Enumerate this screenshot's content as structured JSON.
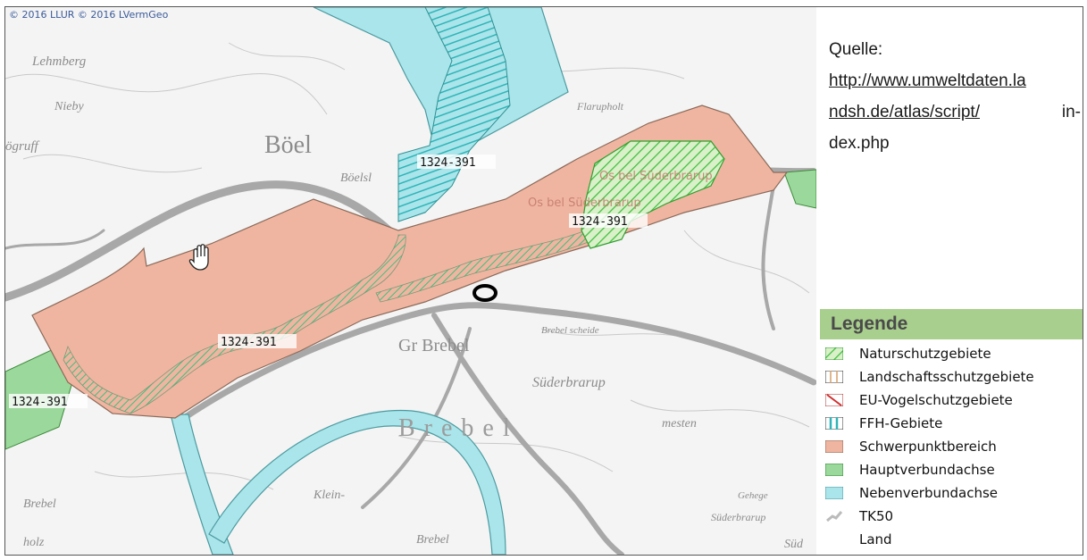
{
  "copyright": "© 2016 LLUR  © 2016 LVermGeo",
  "source": {
    "label": "Quelle:",
    "url_line1": "http://www.umweltdaten.la",
    "url_line2": "ndsh.de/atlas/script/",
    "url_line2_tail": "in-",
    "url_line3": "dex.php"
  },
  "map_labels": {
    "place_lehmberg": "Lehmberg",
    "place_nieby": "Nieby",
    "place_bruell": "ögruff",
    "place_boel": "Böel",
    "place_boelsl": "Böelsl",
    "place_flarupholt": "Flarupholt",
    "place_os1": "Os bel Süderbrarup",
    "place_os2": "Os bel Süderbrarup",
    "place_grbrebel": "Gr Brebel",
    "place_brebel_sch": "Brebel scheide",
    "place_suederbrarup": "Süderbrarup",
    "place_brebel_big": "Brebel",
    "place_brebel_sw": "Brebel",
    "place_holz": "holz",
    "place_klein": "Klein-",
    "place_brebel_s": "Brebel",
    "place_gehege": "Gehege",
    "place_suederbrarup2": "Süderbrarup",
    "place_suedl": "Süd",
    "place_westen": "mesten",
    "site_1": "1324-391",
    "site_2": "1324-391",
    "site_3": "1324-391",
    "site_4": "1324-391"
  },
  "legend": {
    "title": "Legende",
    "items": [
      {
        "label": "Naturschutzgebiete",
        "swatch": "hatch-green"
      },
      {
        "label": "Landschaftsschutzgebiete",
        "swatch": "hatch-orange"
      },
      {
        "label": "EU-Vogelschutzgebiete",
        "swatch": "hatch-red"
      },
      {
        "label": "FFH-Gebiete",
        "swatch": "hatch-cyan"
      },
      {
        "label": "Schwerpunktbereich",
        "swatch": "fill-salmon"
      },
      {
        "label": "Hauptverbundachse",
        "swatch": "fill-green"
      },
      {
        "label": "Nebenverbundachse",
        "swatch": "fill-cyan"
      },
      {
        "label": "TK50",
        "swatch": "road"
      },
      {
        "label": "Land",
        "swatch": "none"
      }
    ]
  },
  "colors": {
    "schwerpunkt": "#f0b5a0",
    "schwerpunkt_border": "#8a6a5a",
    "haupt": "#9bd89b",
    "neben": "#a9e5ea",
    "ffh_hatch": "#2fb4b8",
    "nsg_hatch": "#3fbf3f",
    "road": "#a8a8a8",
    "legend_bg": "#a9cf8e"
  }
}
